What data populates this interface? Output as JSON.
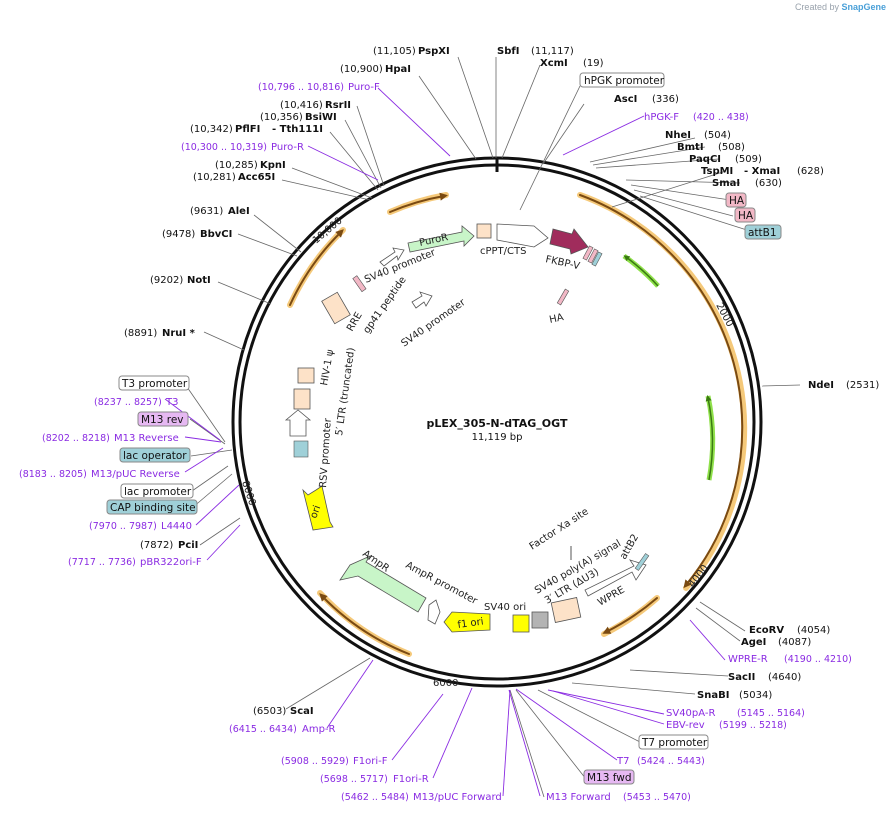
{
  "watermark": {
    "prefix": "Created by",
    "brand": "SnapGene"
  },
  "plasmid": {
    "name": "pLEX_305-N-dTAG_OGT",
    "size": "11,119 bp"
  },
  "ticks": [
    "2000",
    "4000",
    "6000",
    "8000",
    "10,000"
  ],
  "sites": [
    {
      "name": "SbfI",
      "pos": "(11,117)"
    },
    {
      "name": "XcmI",
      "pos": "(19)"
    },
    {
      "name": "PspXI",
      "pos": "(11,105)"
    },
    {
      "name": "HpaI",
      "pos": "(10,900)"
    },
    {
      "name": "Puro-F",
      "pos": "(10,796 .. 10,816)"
    },
    {
      "name": "RsrII",
      "pos": "(10,416)"
    },
    {
      "name": "BsiWI",
      "pos": "(10,356)"
    },
    {
      "name": "PflFI",
      "pos": "(10,342)"
    },
    {
      "name": "- Tth111I",
      "pos": ""
    },
    {
      "name": "Puro-R",
      "pos": "(10,300 .. 10,319)"
    },
    {
      "name": "KpnI",
      "pos": "(10,285)"
    },
    {
      "name": "Acc65I",
      "pos": "(10,281)"
    },
    {
      "name": "AleI",
      "pos": "(9631)"
    },
    {
      "name": "BbvCI",
      "pos": "(9478)"
    },
    {
      "name": "NotI",
      "pos": "(9202)"
    },
    {
      "name": "NruI *",
      "pos": "(8891)"
    },
    {
      "name": "T3 promoter",
      "pos": ""
    },
    {
      "name": "T3",
      "pos": "(8237 .. 8257)"
    },
    {
      "name": "M13 rev",
      "pos": ""
    },
    {
      "name": "M13 Reverse",
      "pos": "(8202 .. 8218)"
    },
    {
      "name": "lac operator",
      "pos": ""
    },
    {
      "name": "M13/pUC Reverse",
      "pos": "(8183 .. 8205)"
    },
    {
      "name": "lac promoter",
      "pos": ""
    },
    {
      "name": "CAP binding site",
      "pos": ""
    },
    {
      "name": "L4440",
      "pos": "(7970 .. 7987)"
    },
    {
      "name": "PciI",
      "pos": "(7872)"
    },
    {
      "name": "pBR322ori-F",
      "pos": "(7717 .. 7736)"
    },
    {
      "name": "hPGK promoter",
      "pos": ""
    },
    {
      "name": "AscI",
      "pos": "(336)"
    },
    {
      "name": "hPGK-F",
      "pos": "(420 .. 438)"
    },
    {
      "name": "NheI",
      "pos": "(504)"
    },
    {
      "name": "BmtI",
      "pos": "(508)"
    },
    {
      "name": "PaqCI",
      "pos": "(509)"
    },
    {
      "name": "TspMI",
      "pos": ""
    },
    {
      "name": "- XmaI",
      "pos": "(628)"
    },
    {
      "name": "SmaI",
      "pos": "(630)"
    },
    {
      "name": "HA",
      "pos": ""
    },
    {
      "name": "HA",
      "pos": ""
    },
    {
      "name": "attB1",
      "pos": ""
    },
    {
      "name": "NdeI",
      "pos": "(2531)"
    },
    {
      "name": "EcoRV",
      "pos": "(4054)"
    },
    {
      "name": "AgeI",
      "pos": "(4087)"
    },
    {
      "name": "WPRE-R",
      "pos": "(4190 .. 4210)"
    },
    {
      "name": "SacII",
      "pos": "(4640)"
    },
    {
      "name": "SnaBI",
      "pos": "(5034)"
    },
    {
      "name": "SV40pA-R",
      "pos": "(5145 .. 5164)"
    },
    {
      "name": "EBV-rev",
      "pos": "(5199 .. 5218)"
    },
    {
      "name": "T7 promoter",
      "pos": ""
    },
    {
      "name": "T7",
      "pos": "(5424 .. 5443)"
    },
    {
      "name": "M13 fwd",
      "pos": ""
    },
    {
      "name": "M13 Forward",
      "pos": "(5453 .. 5470)"
    },
    {
      "name": "M13/pUC Forward",
      "pos": "(5462 .. 5484)"
    },
    {
      "name": "F1ori-R",
      "pos": "(5698 .. 5717)"
    },
    {
      "name": "F1ori-F",
      "pos": "(5908 .. 5929)"
    },
    {
      "name": "Amp-R",
      "pos": "(6415 .. 6434)"
    },
    {
      "name": "ScaI",
      "pos": "(6503)"
    }
  ],
  "features": {
    "puror": "PuroR",
    "sv40_promoter_1": "SV40 promoter",
    "sv40_promoter_2": "SV40 promoter",
    "cppt": "cPPT/CTS",
    "fkbp": "FKBP-V",
    "ha": "HA",
    "rre": "RRE",
    "gp41": "gp41 peptide",
    "hiv_psi": "HIV-1 ψ",
    "ltr5": "5′ LTR (truncated)",
    "rsv": "RSV promoter",
    "ori": "ori",
    "ampr": "AmpR",
    "ampr_promoter": "AmpR promoter",
    "f1ori": "f1 ori",
    "sv40_ori": "SV40 ori",
    "sv40_polya": "SV40 poly(A) signal",
    "ltr3": "3′ LTR (ΔU3)",
    "wpre": "WPRE",
    "attb2": "attB2",
    "factor_xa": "Factor Xa site"
  },
  "colors": {
    "backbone": "#111111",
    "orf_orange": "#f0b45a",
    "orf_dark": "#7a4a12",
    "primer": "#8a2be2",
    "fkbp": "#a02c5c",
    "puror": "#c8f5c8",
    "ampr": "#c8f5c8",
    "ori": "#ffff00",
    "ltr": "#fde2c8",
    "tag_pink": "#f2b8c6",
    "tag_blue": "#9fd0d8",
    "primer_box": "#e6b8f2",
    "green_arrow": "#7fdc3c"
  }
}
